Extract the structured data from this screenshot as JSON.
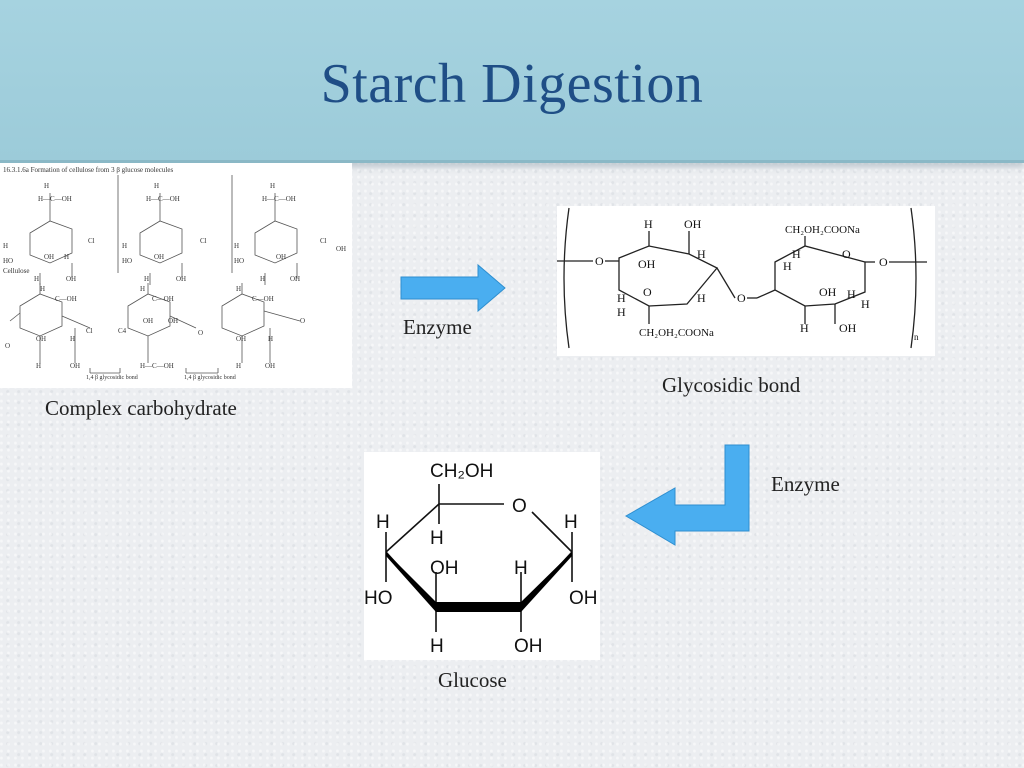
{
  "slide": {
    "title": "Starch Digestion"
  },
  "complex": {
    "caption": "Complex carbohydrate",
    "figure_heading": "16.3.1.6a Formation of cellulose from 3 β glucose molecules",
    "cellulose_label": "Cellulose",
    "bond_label_1": "1,4 β glycosidic bond",
    "bond_label_2": "1,4 β glycosidic bond"
  },
  "arrow1": {
    "label": "Enzyme"
  },
  "glycosidic": {
    "caption": "Glycosidic bond",
    "top_group": "CH₂OH₂COONa",
    "bottom_group": "CH₂OH₂COONa",
    "subscript": "n"
  },
  "arrow2": {
    "label": "Enzyme"
  },
  "glucose": {
    "caption": "Glucose",
    "ch2oh": "CH₂OH",
    "ring_o": "O",
    "h": "H",
    "oh": "OH",
    "ho": "HO"
  }
}
